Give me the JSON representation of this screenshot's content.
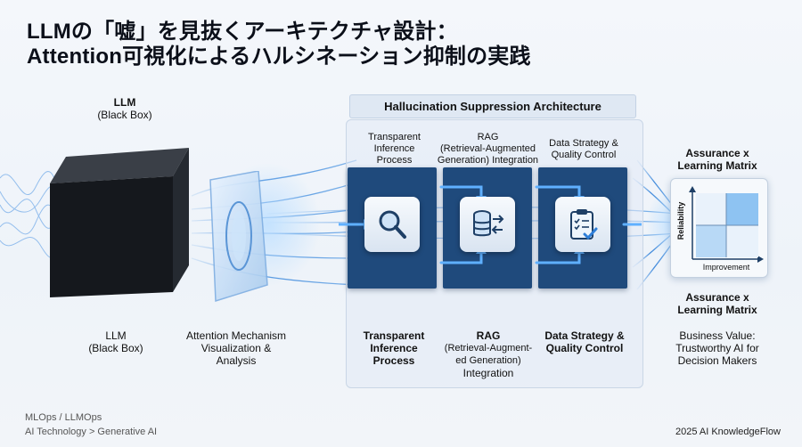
{
  "title": {
    "line1": "LLMの「嘘」を見抜くアーキテクチャ設計：",
    "line2": "Attention可視化によるハルシネーション抑制の実践"
  },
  "llm_top": {
    "name": "LLM",
    "sub": "(Black Box)"
  },
  "architecture_header": "Hallucination Suppression Architecture",
  "stages_top": [
    {
      "lines": [
        "Transparent",
        "Inference",
        "Process"
      ]
    },
    {
      "lines": [
        "RAG",
        "(Retrieval-Augmented",
        "Generation) Integration"
      ]
    },
    {
      "lines": [
        "Data Strategy &",
        "Quality Control"
      ]
    }
  ],
  "matrix_top": [
    "Assurance x",
    "Learning Matrix"
  ],
  "matrix": {
    "y_label": "Reliability",
    "x_label": "Improvement"
  },
  "matrix_below": [
    "Assurance x",
    "Learning Matrix"
  ],
  "bottom": {
    "llm": [
      "LLM",
      "(Black Box)"
    ],
    "attention": [
      "Attention Mechanism",
      "Visualization &",
      "Analysis"
    ],
    "transparent": [
      "Transparent",
      "Inference",
      "Process"
    ],
    "rag": [
      "RAG",
      "(Retrieval-Augment-",
      "ed Generation)",
      "Integration"
    ],
    "data": [
      "Data Strategy &",
      "Quality Control"
    ],
    "business": [
      "Business Value:",
      "Trustworthy AI for",
      "Decision Makers"
    ]
  },
  "footer": {
    "category": "MLOps / LLMOps",
    "breadcrumb": "AI Technology > Generative AI",
    "credit": "2025 AI KnowledgeFlow"
  },
  "colors": {
    "accent": "#2f7fd8",
    "column": "#1f4a7c",
    "cube": "#15181d"
  },
  "icons": [
    "magnifier-icon",
    "database-sync-icon",
    "clipboard-check-icon"
  ]
}
